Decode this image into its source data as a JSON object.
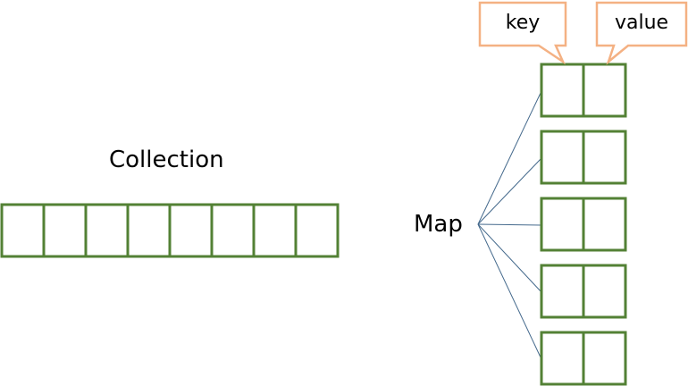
{
  "collection": {
    "label": "Collection",
    "cell_count": 8
  },
  "map": {
    "label": "Map",
    "entry_count": 5,
    "callouts": {
      "key": "key",
      "value": "value"
    }
  },
  "colors": {
    "cell_border": "#538135",
    "callout_border": "#f4b183",
    "connector": "#44698c"
  }
}
